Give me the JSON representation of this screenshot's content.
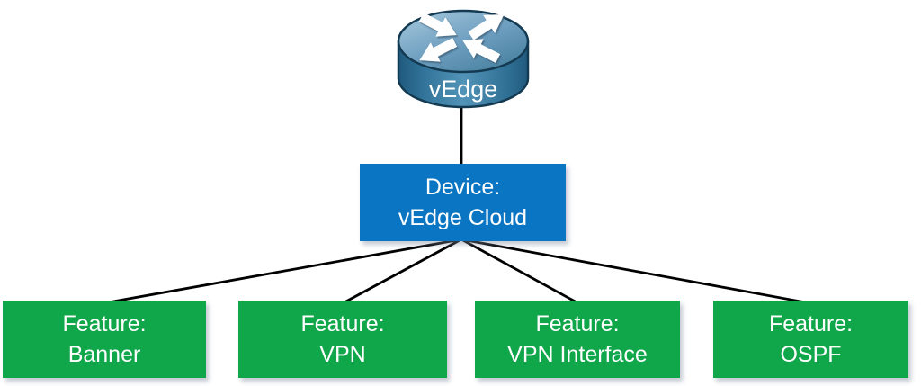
{
  "diagram": {
    "router": {
      "icon": "cisco-router-icon",
      "label": "vEdge"
    },
    "device_box": {
      "line1": "Device:",
      "line2": "vEdge Cloud"
    },
    "feature_boxes": [
      {
        "line1": "Feature:",
        "line2": "Banner"
      },
      {
        "line1": "Feature:",
        "line2": "VPN"
      },
      {
        "line1": "Feature:",
        "line2": "VPN Interface"
      },
      {
        "line1": "Feature:",
        "line2": "OSPF"
      }
    ],
    "colors": {
      "device_fill": "#0a75c2",
      "feature_fill": "#10a64a",
      "connector": "#000000",
      "box_text": "#ffffff"
    }
  }
}
